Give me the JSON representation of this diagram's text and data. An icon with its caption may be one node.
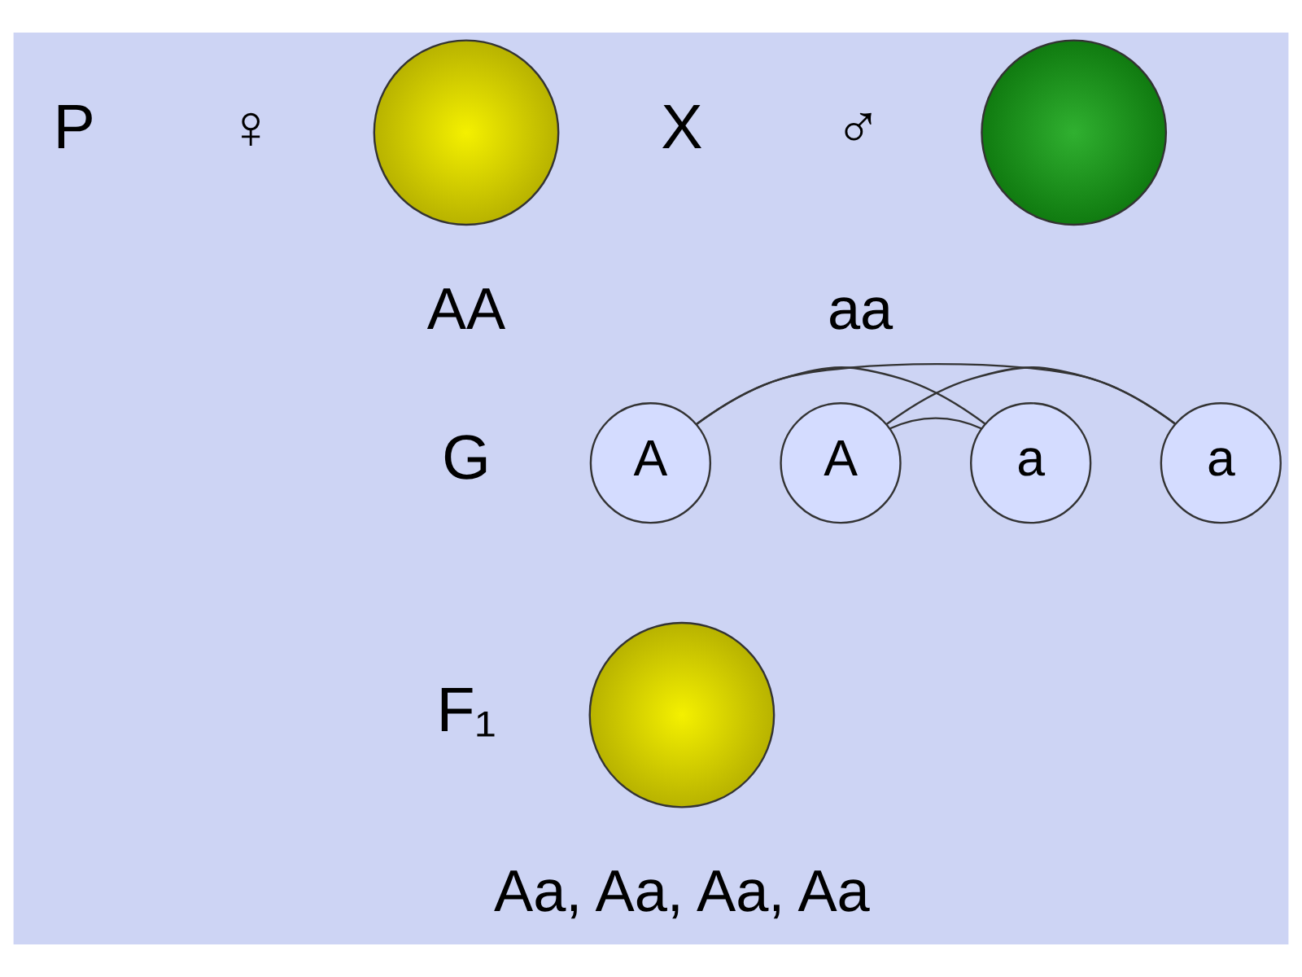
{
  "diagram": {
    "nodes": [
      {
        "text": [],
        "shape": "circle",
        "beside": [
          "AA"
        ]
      },
      {
        "text": [],
        "shape": "circle",
        "beside": [
          "aa"
        ]
      },
      {
        "text": [
          "A"
        ]
      },
      {
        "text": [
          "A"
        ]
      },
      {
        "text": [
          "a"
        ]
      },
      {
        "text": [
          "a"
        ]
      },
      {
        "text": [],
        "shape": "circle",
        "beside": [
          "Aa, Aa, Aa, Aa"
        ]
      }
    ],
    "edges": [
      {
        "from": 2,
        "to": 5,
        "arrow": "none"
      },
      {
        "from": 3,
        "to": 5,
        "arrow": "none"
      },
      {
        "from": 2,
        "to": 4,
        "arrow": "none"
      },
      {
        "from": 3,
        "to": 4,
        "arrow": "none"
      }
    ],
    "labels": [
      "P",
      "♀",
      "X",
      "♂",
      "G",
      "F₁"
    ]
  }
}
